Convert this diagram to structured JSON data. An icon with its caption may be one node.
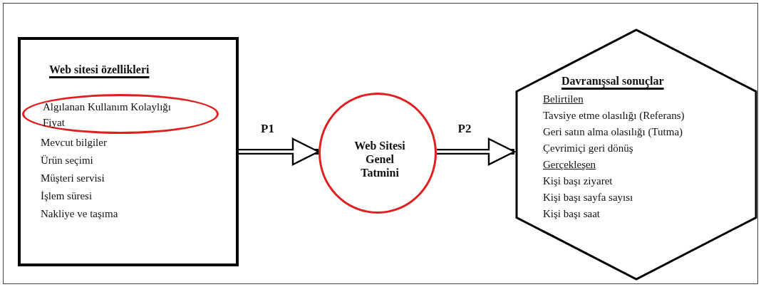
{
  "diagram": {
    "nodes": [
      {
        "text": [
          "Web sitesi özellikleri",
          "Mevcut bilgiler",
          "Ürün seçimi",
          "Müşteri servisi",
          "İşlem süresi",
          "Nakliye ve taşıma"
        ]
      },
      {
        "text": [
          "Algılanan Kullanım Kolaylığı",
          "Fiyat"
        ],
        "in": 0
      },
      {
        "text": [
          "Web Sitesi Genel Tatmini"
        ]
      },
      {
        "text": [
          "Davranışsal sonuçlar",
          "Belirtilen",
          "Tavsiye etme olasılığı (Referans)",
          "Geri satın alma olasılığı (Tutma)",
          "Çevrimiçi geri dönüş",
          "Gerçekleşen",
          "Kişi başı ziyaret",
          "Kişi başı sayfa sayısı",
          "Kişi başı saat"
        ]
      }
    ],
    "edges": [
      {
        "from": 0,
        "to": 2,
        "label": "P1",
        "arrow": "to"
      },
      {
        "from": 2,
        "to": 3,
        "label": "P2",
        "arrow": "to"
      }
    ]
  }
}
